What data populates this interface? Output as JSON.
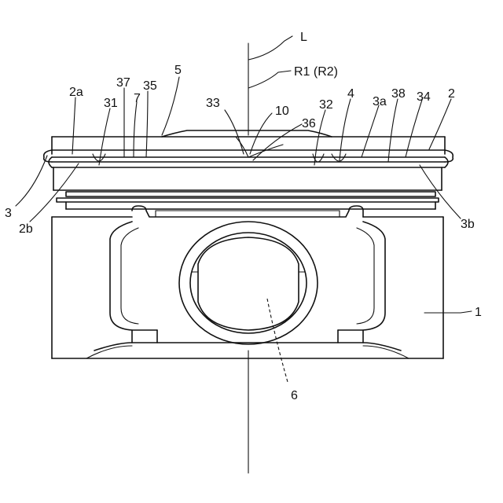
{
  "labels": {
    "axis": "L",
    "r1": "R1 (R2)",
    "n2a": "2a",
    "n37": "37",
    "n35": "35",
    "n5": "5",
    "n31": "31",
    "n7": "7",
    "n33": "33",
    "n10": "10",
    "n36": "36",
    "n32": "32",
    "n4": "4",
    "n3a": "3a",
    "n38": "38",
    "n34": "34",
    "n2": "2",
    "n3": "3",
    "n2b": "2b",
    "n3b": "3b",
    "n1": "1",
    "n6": "6"
  }
}
